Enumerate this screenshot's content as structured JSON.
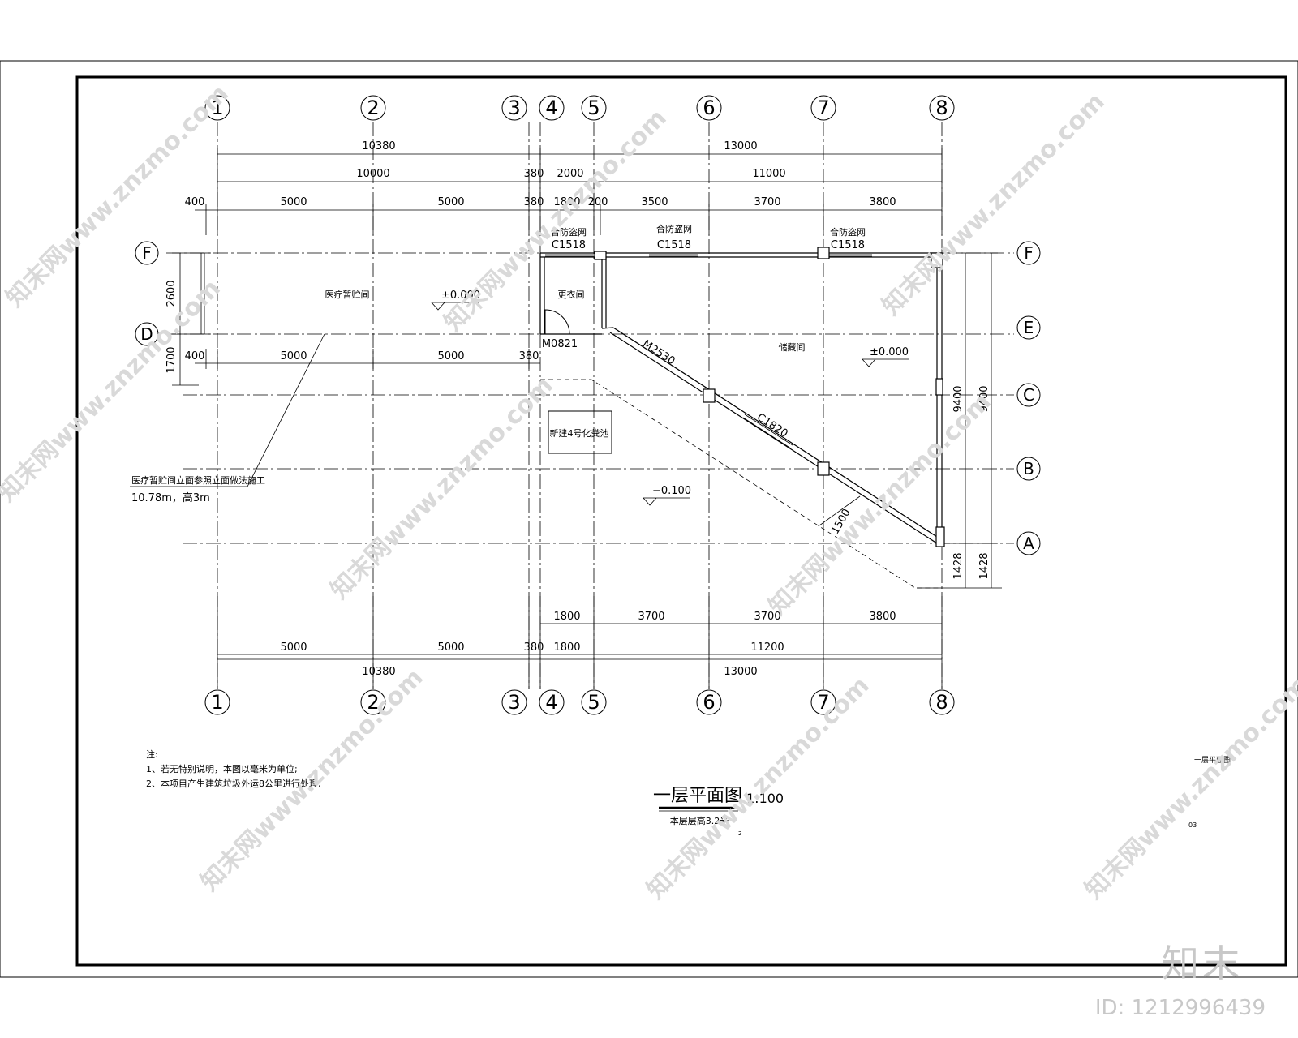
{
  "grid": {
    "columns": [
      "1",
      "2",
      "3",
      "4",
      "5",
      "6",
      "7",
      "8"
    ],
    "rows": [
      "F",
      "E",
      "D",
      "C",
      "B",
      "A"
    ]
  },
  "dims": {
    "top_total": [
      "10380",
      "13000"
    ],
    "top_second": [
      "10000",
      "380",
      "2000",
      "11000"
    ],
    "top_third": [
      "400",
      "5000",
      "5000",
      "380",
      "1800",
      "200",
      "3500",
      "3700",
      "3800"
    ],
    "lower_room": [
      "400",
      "5000",
      "5000",
      "380"
    ],
    "left_vert": [
      "2600",
      "1700"
    ],
    "right_vert": [
      "9400",
      "9400",
      "1428",
      "1428"
    ],
    "bottom_first": [
      "1800",
      "3700",
      "3700",
      "3800"
    ],
    "bottom_second": [
      "5000",
      "5000",
      "380",
      "1800",
      "11200"
    ],
    "bottom_total": [
      "10380",
      "13000"
    ],
    "diag_1500": "1500"
  },
  "windows": {
    "w1_type": "合防盗网",
    "w1_code": "C1518",
    "w2_type": "合防盗网",
    "w2_code": "C1518",
    "w3_type": "合防盗网",
    "w3_code": "C1518",
    "door_m0821": "M0821",
    "door_m2530": "M2530",
    "win_c1820": "C1820"
  },
  "rooms": {
    "storage": "医疗暂贮间",
    "changing": "更衣间",
    "warehouse": "储藏间",
    "septic": "新建4号化粪池"
  },
  "levels": {
    "level_storage": "±0.000",
    "level_warehouse": "±0.000",
    "level_yard": "−0.100"
  },
  "callout": {
    "line1": "医疗暂贮间立面参照立面做法施工",
    "line2": "10.78m，高3m"
  },
  "notes": {
    "title": "注:",
    "n1": "1、若无特别说明，本图以毫米为单位;",
    "n2": "2、本项目产生建筑垃圾外运8公里进行处理;"
  },
  "drawing": {
    "title": "一层平面图",
    "scale": "1:100",
    "subtitle": "本层层高3.2米",
    "page_mark": "2",
    "right_small": "一层平面图",
    "sheet_no": "03"
  },
  "watermark": {
    "text": "知末网www.znzmo.com",
    "logo": "知末",
    "id": "ID: 1212996439"
  }
}
